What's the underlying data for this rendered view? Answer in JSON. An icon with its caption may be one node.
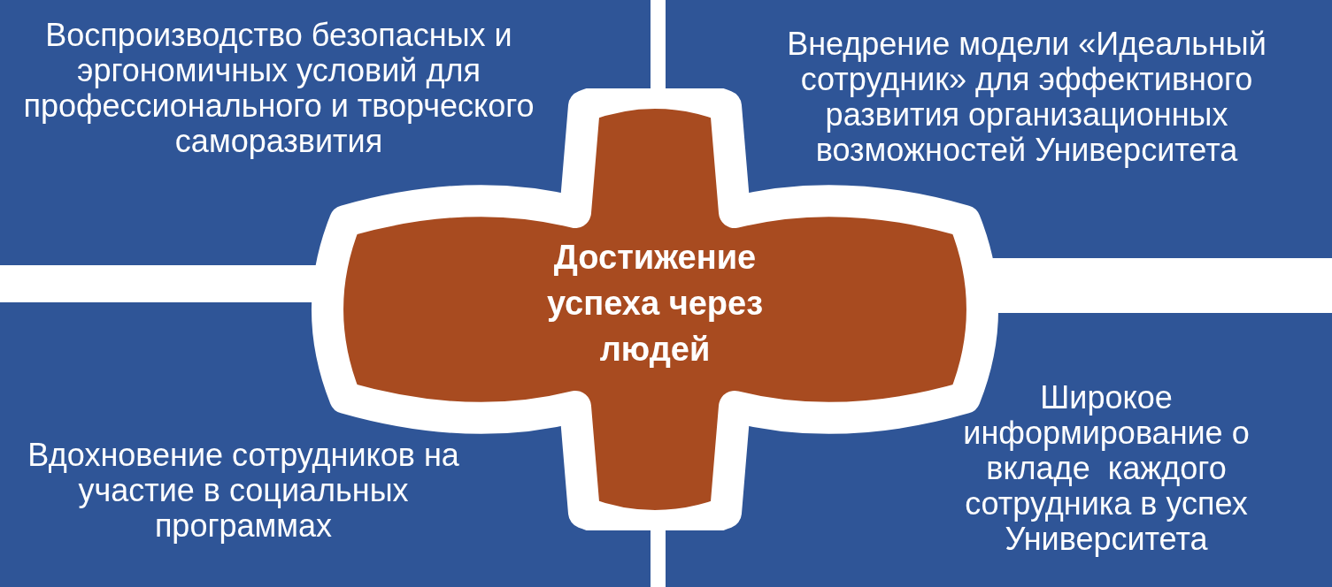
{
  "diagram": {
    "nodes": [
      {
        "text": [
          "Воспроизводство безопасных и эргономичных условий для профессионального и творческого  саморазвития"
        ]
      },
      {
        "text": [
          "Внедрение модели «Идеальный сотрудник» для эффективного развития организационных возможностей Университета"
        ]
      },
      {
        "text": [
          "Достижение успеха через людей"
        ]
      },
      {
        "text": [
          "Вдохновение сотрудников на участие в социальных программах"
        ]
      },
      {
        "text": [
          "Широкое информирование о вкладе  каждого сотрудника в успех Университета"
        ]
      }
    ]
  }
}
